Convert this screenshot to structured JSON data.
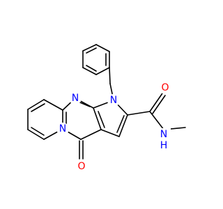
{
  "molecule": {
    "atoms": [
      {
        "element": "N",
        "label": "N",
        "color": "#0000ff"
      },
      {
        "element": "N",
        "label": "N",
        "color": "#0000ff"
      },
      {
        "element": "N",
        "label": "N",
        "color": "#0000ff"
      },
      {
        "element": "O",
        "label": "O",
        "color": "#ff0000"
      },
      {
        "element": "O",
        "label": "O",
        "color": "#ff0000"
      },
      {
        "element": "NH",
        "label": "N",
        "sublabel": "H",
        "color": "#0000ff"
      }
    ]
  }
}
